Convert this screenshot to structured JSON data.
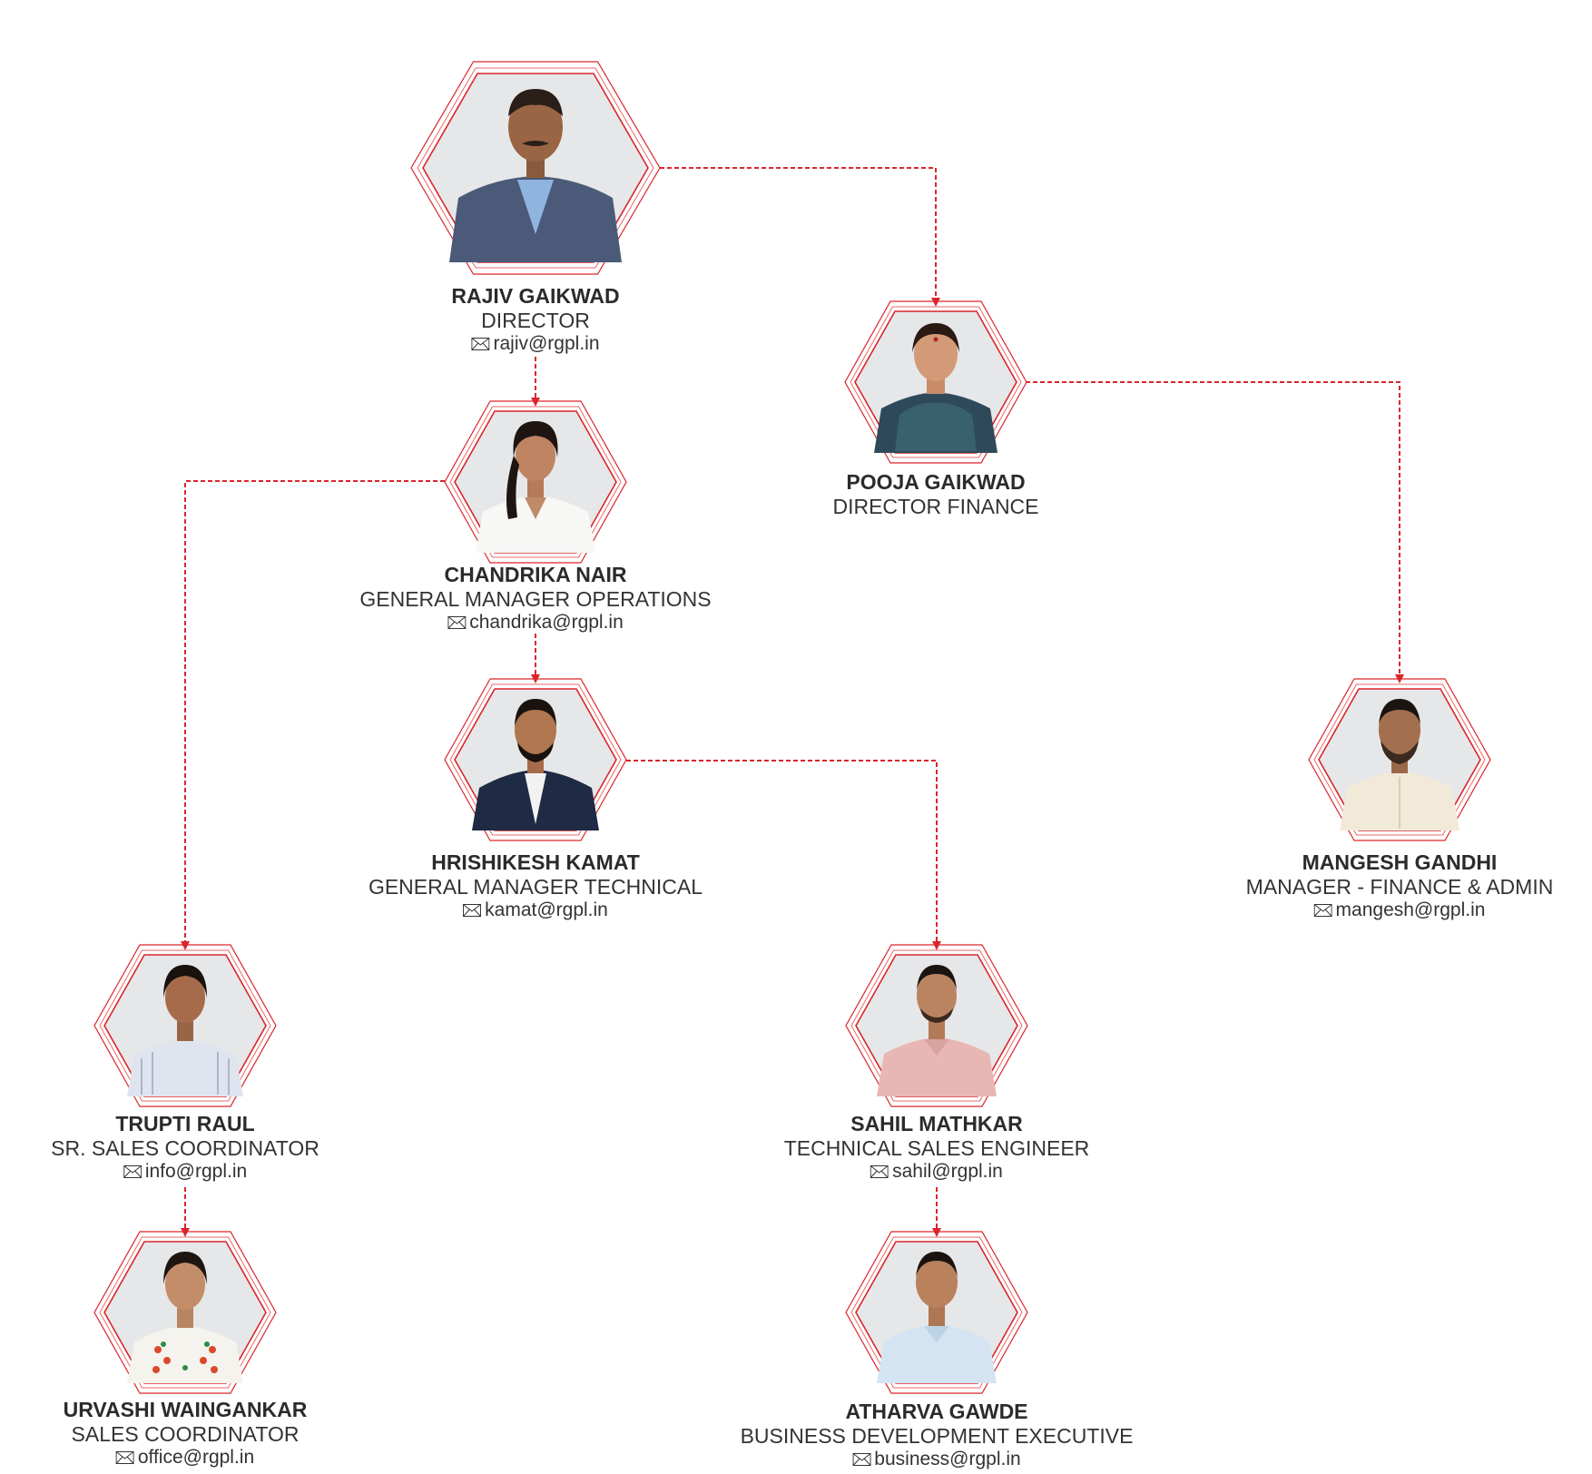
{
  "colors": {
    "accent": "#d9262b",
    "hex_fill": "#e6e7e8",
    "text": "#2b2b2b"
  },
  "people": [
    {
      "id": "rajiv",
      "name": "RAJIV GAIKWAD",
      "role": "DIRECTOR",
      "email": "rajiv@rgpl.in",
      "attire": "blue-suit"
    },
    {
      "id": "pooja",
      "name": "POOJA GAIKWAD",
      "role": "DIRECTOR FINANCE",
      "email": "",
      "attire": "dark-saree"
    },
    {
      "id": "chandrika",
      "name": "CHANDRIKA NAIR",
      "role": "GENERAL MANAGER OPERATIONS",
      "email": "chandrika@rgpl.in",
      "attire": "white-shirt"
    },
    {
      "id": "hrishikesh",
      "name": "HRISHIKESH KAMAT",
      "role": "GENERAL MANAGER TECHNICAL",
      "email": "kamat@rgpl.in",
      "attire": "navy-blazer"
    },
    {
      "id": "mangesh",
      "name": "MANGESH GANDHI",
      "role": "MANAGER - FINANCE & ADMIN",
      "email": "mangesh@rgpl.in",
      "attire": "cream-kurta"
    },
    {
      "id": "trupti",
      "name": "TRUPTI RAUL",
      "role": "SR. SALES COORDINATOR",
      "email": "info@rgpl.in",
      "attire": "striped-top"
    },
    {
      "id": "sahil",
      "name": "SAHIL MATHKAR",
      "role": "TECHNICAL SALES ENGINEER",
      "email": "sahil@rgpl.in",
      "attire": "pink-shirt"
    },
    {
      "id": "urvashi",
      "name": "URVASHI WAINGANKAR",
      "role": "SALES COORDINATOR",
      "email": "office@rgpl.in",
      "attire": "embroidered-top"
    },
    {
      "id": "atharva",
      "name": "ATHARVA GAWDE",
      "role": "BUSINESS DEVELOPMENT EXECUTIVE",
      "email": "business@rgpl.in",
      "attire": "light-blue-shirt"
    }
  ],
  "reports_to": [
    {
      "from": "rajiv",
      "to": "pooja"
    },
    {
      "from": "rajiv",
      "to": "chandrika"
    },
    {
      "from": "pooja",
      "to": "mangesh"
    },
    {
      "from": "chandrika",
      "to": "trupti"
    },
    {
      "from": "chandrika",
      "to": "hrishikesh"
    },
    {
      "from": "hrishikesh",
      "to": "sahil"
    },
    {
      "from": "trupti",
      "to": "urvashi"
    },
    {
      "from": "sahil",
      "to": "atharva"
    }
  ]
}
